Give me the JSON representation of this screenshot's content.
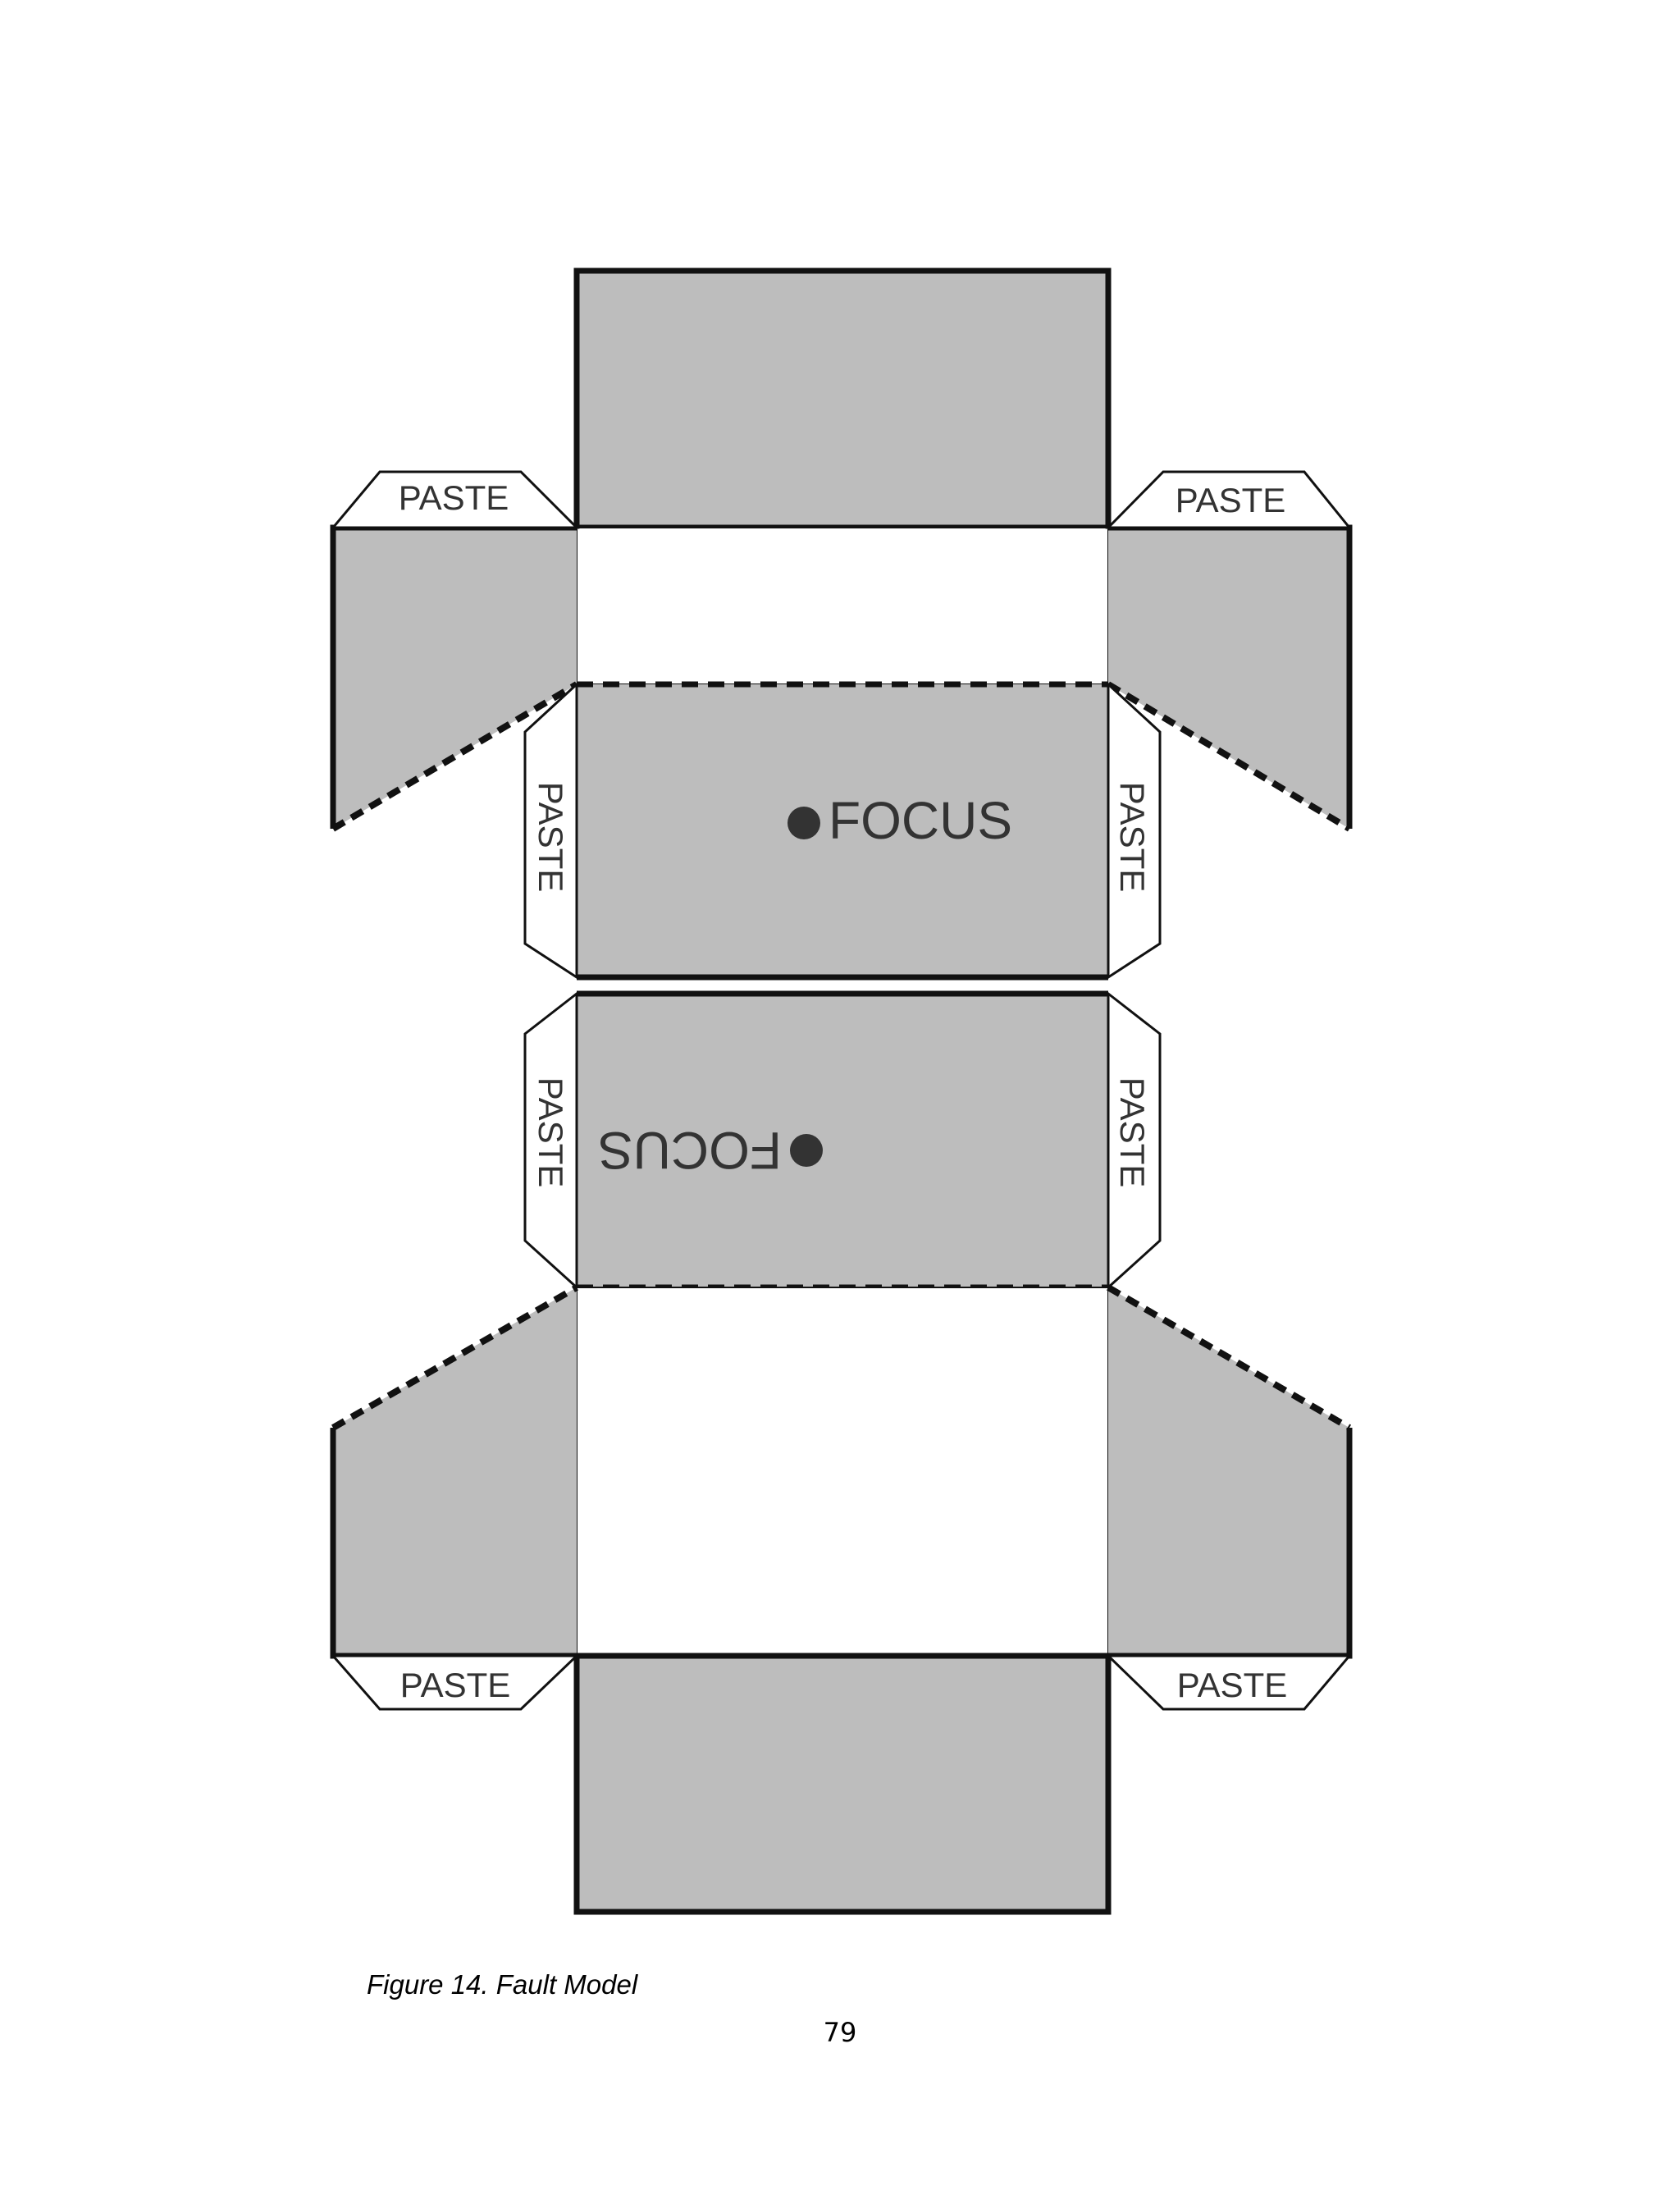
{
  "figure": {
    "tab_label": "PASTE",
    "focus_label": "FOCUS",
    "colors": {
      "panel_fill": "#bdbdbd",
      "outline": "#111111",
      "tab_fill": "#ffffff",
      "text": "#333333"
    }
  },
  "caption": "Figure 14. Fault Model",
  "page_number": "79"
}
